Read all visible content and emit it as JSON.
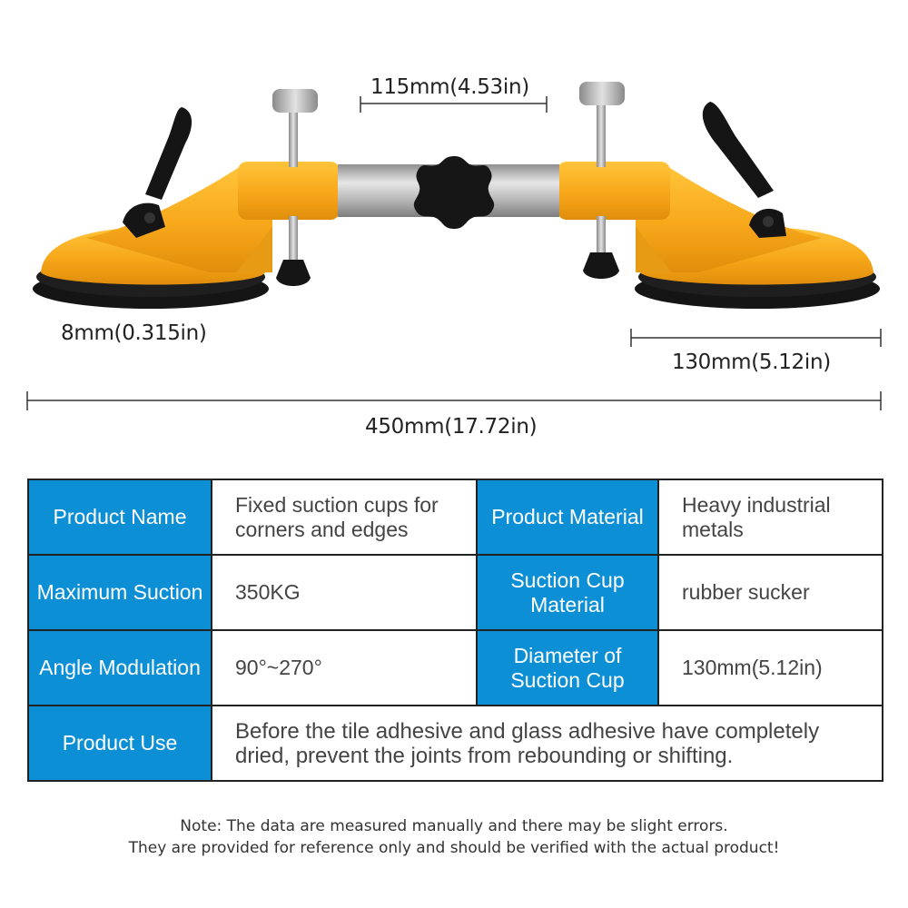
{
  "dimensions": {
    "center_gap": "115mm(4.53in)",
    "pad_thickness": "8mm(0.315in)",
    "cup_diameter": "130mm(5.12in)",
    "overall_length": "450mm(17.72in)"
  },
  "colors": {
    "body_yellow": "#f7a71a",
    "header_blue": "#0d8fd6",
    "rubber_black": "#1a1a1a",
    "steel_silver": "#b9b9b9"
  },
  "specs": [
    {
      "label": "Product Name",
      "value": "Fixed suction cups for corners and edges",
      "label2": "Product Material",
      "value2": "Heavy industrial metals"
    },
    {
      "label": "Maximum Suction",
      "value": "350KG",
      "label2": "Suction Cup Material",
      "value2": "rubber sucker"
    },
    {
      "label": "Angle Modulation",
      "value": "90°~270°",
      "label2": "Diameter of Suction Cup",
      "value2": "130mm(5.12in)"
    }
  ],
  "product_use": {
    "label": "Product Use",
    "value": "Before the tile adhesive and glass adhesive have completely dried, prevent the joints from rebounding or shifting."
  },
  "note": {
    "line1": "Note: The data are measured manually and there may be slight errors.",
    "line2": "They are provided for reference only and should be verified with the actual product!"
  }
}
